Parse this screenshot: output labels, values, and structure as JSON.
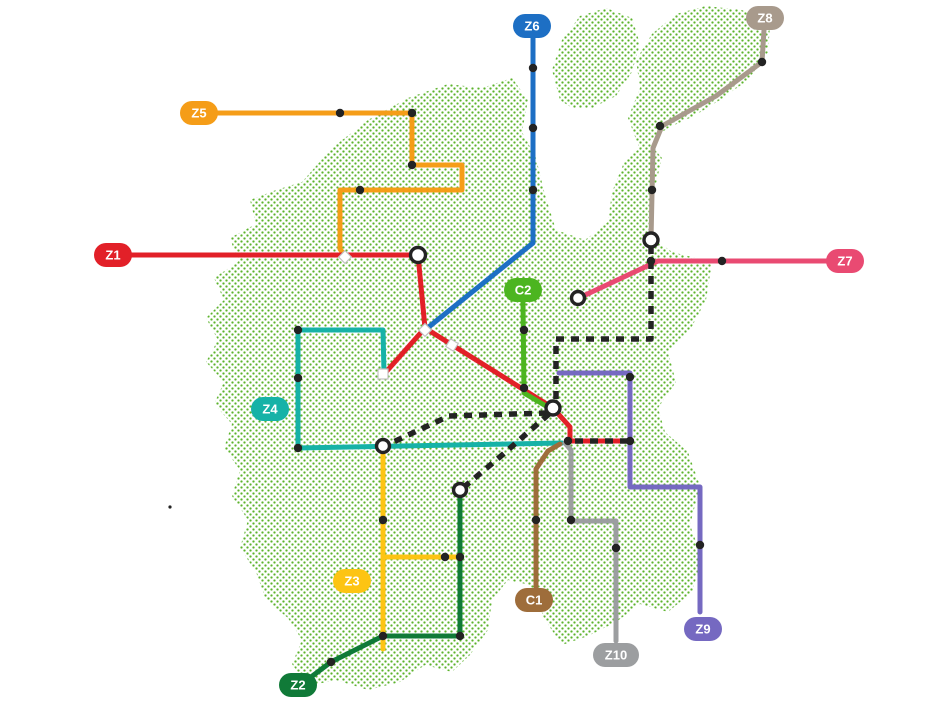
{
  "map": {
    "background_color": "#ffffff",
    "land_dot_color": "#5cb32c",
    "ink_color": "#232323"
  },
  "routes": {
    "z1": {
      "label": "Z1",
      "color": "#e22028"
    },
    "z2": {
      "label": "Z2",
      "color": "#107a38"
    },
    "z3": {
      "label": "Z3",
      "color": "#fdc413"
    },
    "z4": {
      "label": "Z4",
      "color": "#16b2a7"
    },
    "z5": {
      "label": "Z5",
      "color": "#f59d18"
    },
    "z6": {
      "label": "Z6",
      "color": "#1d6fc4"
    },
    "z7": {
      "label": "Z7",
      "color": "#e94a72"
    },
    "z8": {
      "label": "Z8",
      "color": "#a89a8c"
    },
    "z9": {
      "label": "Z9",
      "color": "#7569c1"
    },
    "z10": {
      "label": "Z10",
      "color": "#9c9ea0"
    },
    "c1": {
      "label": "C1",
      "color": "#9e6d3b"
    },
    "c2": {
      "label": "C2",
      "color": "#4cb520"
    }
  }
}
